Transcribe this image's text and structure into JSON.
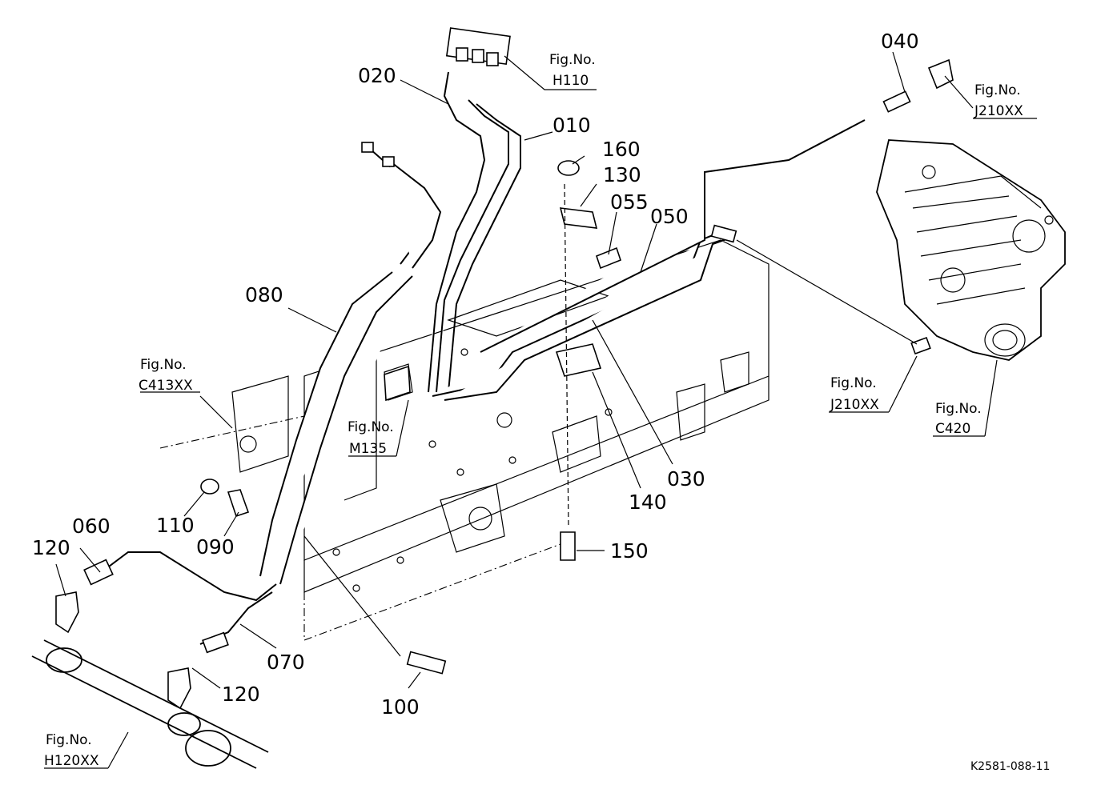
{
  "diagram": {
    "part_labels": [
      "010",
      "020",
      "030",
      "040",
      "050",
      "055",
      "060",
      "070",
      "080",
      "090",
      "100",
      "110",
      "120",
      "120",
      "130",
      "140",
      "150",
      "160"
    ],
    "figure_refs": [
      {
        "line1": "Fig.No.",
        "line2": "H110"
      },
      {
        "line1": "Fig.No.",
        "line2": "J210XX"
      },
      {
        "line1": "Fig.No.",
        "line2": "C413XX"
      },
      {
        "line1": "Fig.No.",
        "line2": "M135"
      },
      {
        "line1": "Fig.No.",
        "line2": "J210XX"
      },
      {
        "line1": "Fig.No.",
        "line2": "C420"
      },
      {
        "line1": "Fig.No.",
        "line2": "H120XX"
      }
    ],
    "drawing_number": "K2581-088-11"
  }
}
